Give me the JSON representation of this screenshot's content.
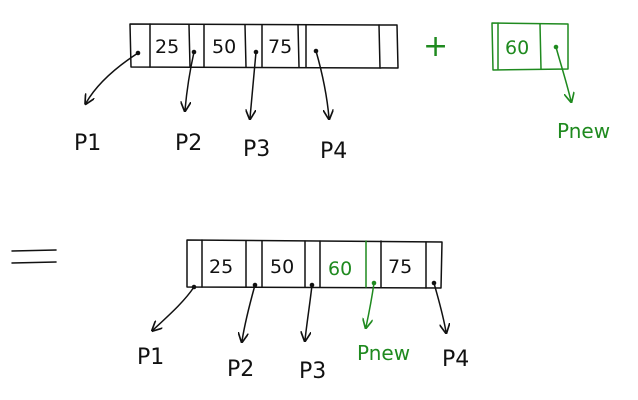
{
  "colors": {
    "ink": "#111111",
    "new_ink": "#1f8a1f"
  },
  "top": {
    "values": [
      "25",
      "50",
      "75"
    ],
    "pointers": [
      "P1",
      "P2",
      "P3",
      "P4"
    ],
    "plus": "+",
    "new_value": "60",
    "new_pointer": "Pnew"
  },
  "equals": "=",
  "bottom": {
    "values": [
      "25",
      "50",
      "60",
      "75"
    ],
    "pointers": [
      "P1",
      "P2",
      "P3",
      "Pnew",
      "P4"
    ]
  }
}
